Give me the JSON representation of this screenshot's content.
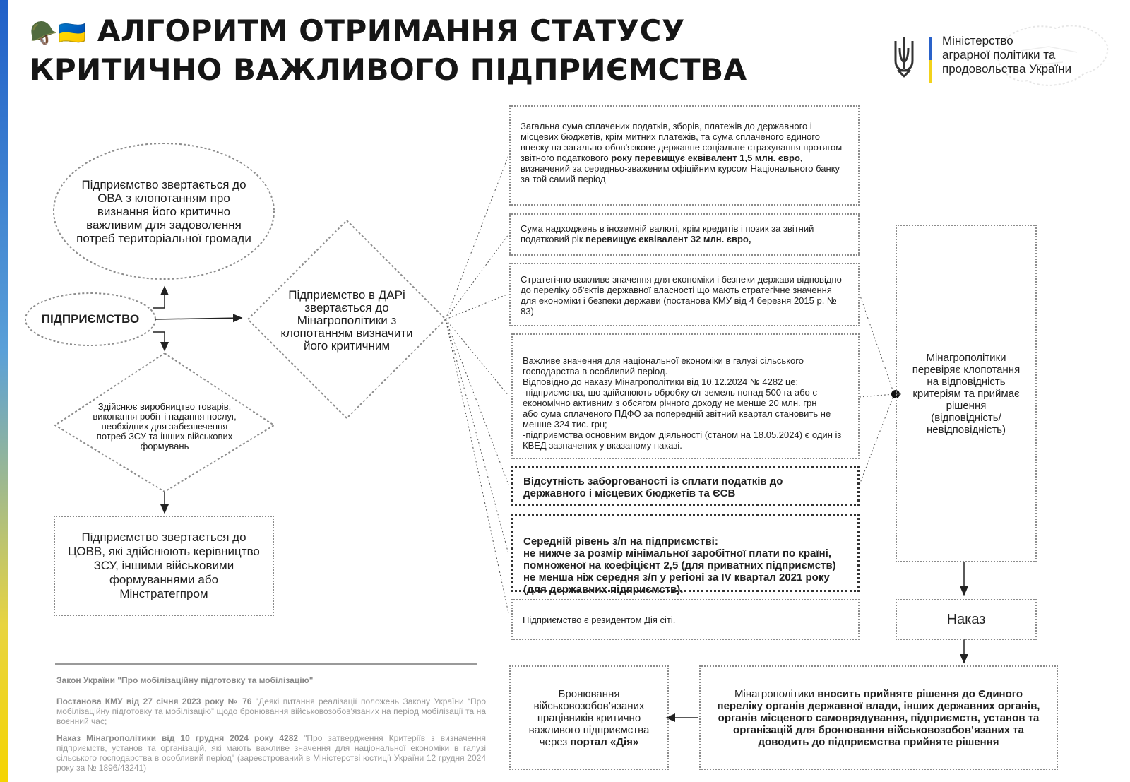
{
  "header": {
    "emoji": "🪖🇺🇦",
    "title_line1": "АЛГОРИТМ ОТРИМАННЯ СТАТУСУ",
    "title_line2": "КРИТИЧНО ВАЖЛИВОГО ПІДПРИЄМСТВА",
    "ministry_name": "Міністерство\nаграрної політики та\nпродовольства України"
  },
  "colors": {
    "blue": "#1f5fc8",
    "yellow": "#f5d400",
    "line": "#8c8c8c"
  },
  "flow": {
    "enterprise": "ПІДПРИЄМСТВО",
    "ova_ellipse": "Підприємство звертається до ОВА з клопотанням про визнання його критично важливим  для задоволення потреб територіальної громади",
    "dari_diamond": "Підприємство в ДАРі звертається до Мінагрополітики з клопотанням визначити його критичним",
    "production_diamond": "Здійснює виробництво товарів, виконання робіт і надання послуг, необхідних для забезпечення потреб ЗСУ та інших військових формувань",
    "tsovv_box": "Підприємство звертається до ЦОВВ, які здійснюють керівництво ЗСУ, іншими військовими формуваннями або Мінстратегпром"
  },
  "criteria": [
    {
      "text": "Загальна сума сплачених податків, зборів, платежів до державного і місцевих бюджетів, крім митних платежів, та сума сплаченого єдиного внеску на загально-обов'язкове державне соціальне страхування протягом звітного податкового ",
      "bold": "року перевищує еквівалент 1,5 млн. євро,",
      "tail": " визначений за середньо-зваженим офіційним курсом Національного банку за той самий період"
    },
    {
      "text": "Сума надходжень в іноземній валюті, крім кредитів і позик за звітний податковий рік ",
      "bold": "перевищує еквівалент 32 млн. євро,",
      "tail": ""
    },
    {
      "text": "Стратегічно важливе значення для економіки і безпеки держави відповідно до переліку об'єктів державної власності що мають стратегічне значення для економіки і безпеки держави (постанова КМУ від 4 березня 2015 р. № 83)",
      "bold": "",
      "tail": ""
    },
    {
      "text": "Важливе значення для національної економіки в галузі сільського господарства в особливий період.\nВідповідно до наказу Мінагрополітики від 10.12.2024 № 4282 це:\n-підприємства, що здійснюють обробку с/г земель понад 500 га або є економічно активним з обсягом річного доходу не менше 20 млн. грн\nабо сума сплаченого ПДФО за попередній звітний квартал становить не менше 324 тис. грн;\n-підприємства основним видом діяльності (станом на 18.05.2024) є один із КВЕД зазначених у вказаному наказі.",
      "bold": "",
      "tail": ""
    },
    {
      "text": "Відсутність заборгованості із сплати податків до державного і місцевих бюджетів та ЄСВ",
      "bold": "",
      "tail": ""
    },
    {
      "text": "Середній рівень з/п на підприємстві:\nне нижче за розмір мінімальної заробітної плати по країні, помноженої на коефіцієнт 2,5 (для приватних підприємств) не менша ніж середня з/п у регіоні за IV квартал 2021 року (для державних підприємств).",
      "bold": "",
      "tail": ""
    },
    {
      "text": "Підприємство є резидентом Дія сіті.",
      "bold": "",
      "tail": ""
    }
  ],
  "right": {
    "check": "Мінагрополітики перевіряє клопотання на відповідність критеріям та приймає рішення (відповідність/ невідповідність)",
    "order": "Наказ",
    "decision_prefix": "Мінагрополітики ",
    "decision_bold": "вносить прийняте рішення до Єдиного переліку органів державної влади, інших державних органів, органів місцевого самоврядування, підприємств, установ та організацій для бронювання військовозобов’язаних та доводить до підприємства прийняте рішення",
    "booking_text": "Бронювання військовозобов’язаних працівників критично важливого підприємства через ",
    "booking_bold": "портал «Дія»"
  },
  "footnotes": {
    "law": "Закон України \"Про мобілізаційну підготовку та мобілізацію\"",
    "resolution_bold": "Постанова КМУ від 27 січня 2023 року № 76",
    "resolution_text": " \"Деякі питання реалізації положень Закону України “Про мобілізаційну підготовку та мобілізацію” щодо бронювання військовозобов'язаних на період мобілізації та на воєнний час;",
    "order_bold": "Наказ Мінагрополітики від 10 грудня 2024 року 4282",
    "order_text": " \"Про затвердження Критеріїв з визначення підприємств, установ та організацій, які мають важливе значення для національної економіки в галузі сільського господарства в особливий період\" (зареєстрований в Міністерстві юстиції України 12 грудня 2024 року за № 1896/43241)"
  }
}
